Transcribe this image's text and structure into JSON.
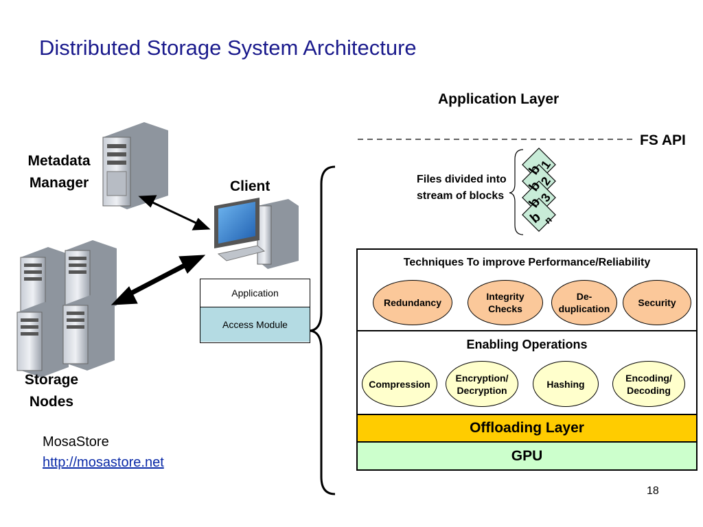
{
  "slide": {
    "title": "Distributed Storage System Architecture",
    "page_number": "18"
  },
  "labels": {
    "application_layer": "Application Layer",
    "fs_api": "FS API",
    "files_divided": "Files divided into stream of blocks",
    "metadata_manager": "Metadata Manager",
    "client": "Client",
    "storage_nodes": "Storage Nodes"
  },
  "blocks": [
    {
      "letter": "b",
      "index": "1"
    },
    {
      "letter": "b",
      "index": "2"
    },
    {
      "letter": "b",
      "index": "3"
    },
    {
      "letter": "b",
      "index": "n"
    }
  ],
  "client_box": {
    "application": "Application",
    "access_module": "Access Module"
  },
  "techniques": {
    "title": "Techniques To improve Performance/Reliability",
    "items": [
      "Redundancy",
      "Integrity Checks",
      "De-duplication",
      "Security"
    ]
  },
  "operations": {
    "title": "Enabling Operations",
    "items": [
      "Compression",
      "Encryption/ Decryption",
      "Hashing",
      "Encoding/ Decoding"
    ]
  },
  "offloading_layer": "Offloading Layer",
  "gpu": "GPU",
  "footer": {
    "name": "MosaStore",
    "link": "http://mosastore.net"
  },
  "colors": {
    "title": "#1a1a8c",
    "offloading": "#ffcc00",
    "gpu": "#ccffcc",
    "technique_oval": "#fbc89a",
    "operation_oval": "#ffffcc",
    "access_module": "#b4dbe3",
    "block": "#c8ecd8"
  }
}
